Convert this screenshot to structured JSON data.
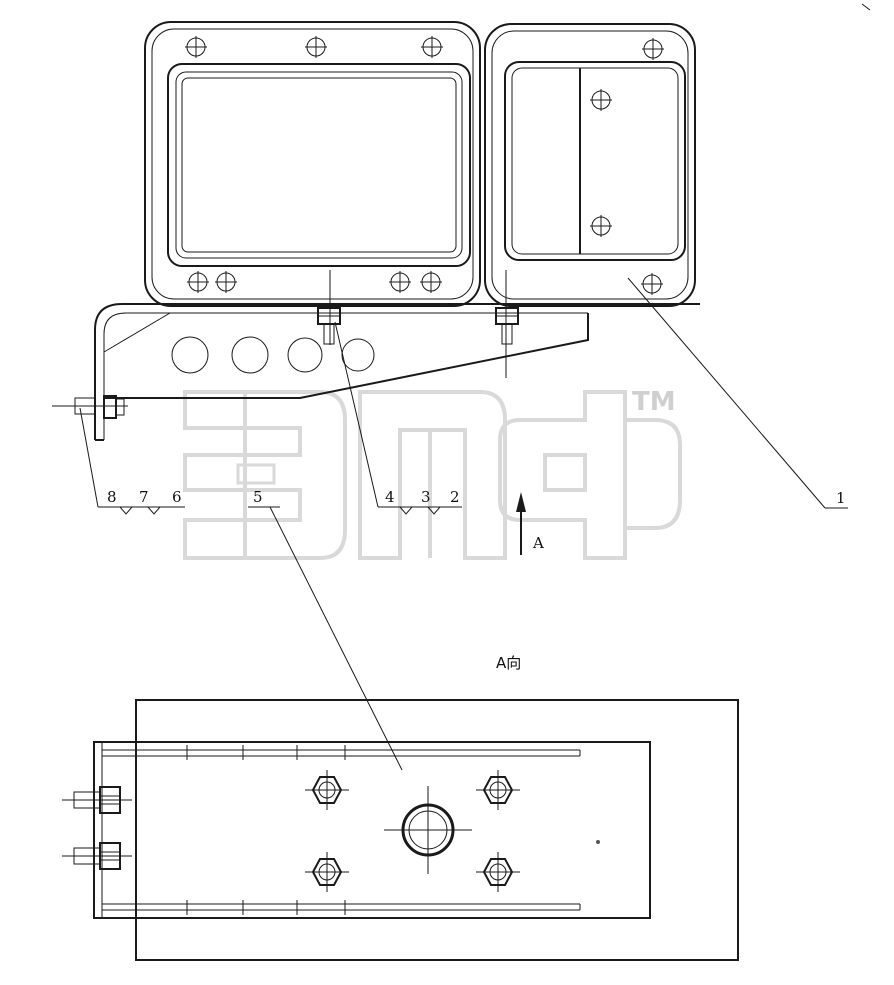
{
  "labels": {
    "p1": "1",
    "p2": "2",
    "p3": "3",
    "p4": "4",
    "p5": "5",
    "p6": "6",
    "p7": "7",
    "p8": "8",
    "arrow": "A",
    "view_title": "A向",
    "watermark_tm": "TM"
  },
  "colors": {
    "line": "#1a1a1a",
    "watermark": "#d9d9d9"
  }
}
